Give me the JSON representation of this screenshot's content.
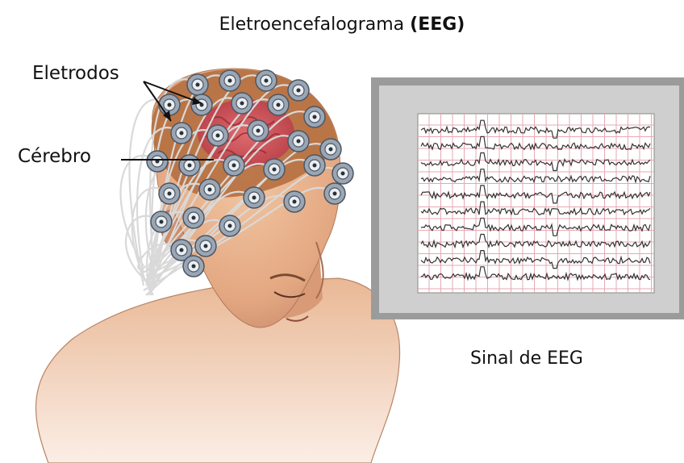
{
  "title": {
    "main": "Eletroencefalograma",
    "abbr": "(EEG)"
  },
  "labels": {
    "electrodes": "Eletrodos",
    "brain": "Cérebro",
    "signal": "Sinal de EEG"
  },
  "colors": {
    "skin": "#e8b48e",
    "skin_shadow": "#c98a66",
    "hair": "#b56f3f",
    "brain": "#d24a55",
    "electrode": "#9aa6b4",
    "wire": "#d8d8d8",
    "monitor_frame": "#9b9b9b",
    "monitor_bezel": "#cfcfcf",
    "screen": "#ffffff",
    "grid": "#e7a8b4",
    "trace": "#333333"
  },
  "monitor": {
    "channels": 10
  }
}
